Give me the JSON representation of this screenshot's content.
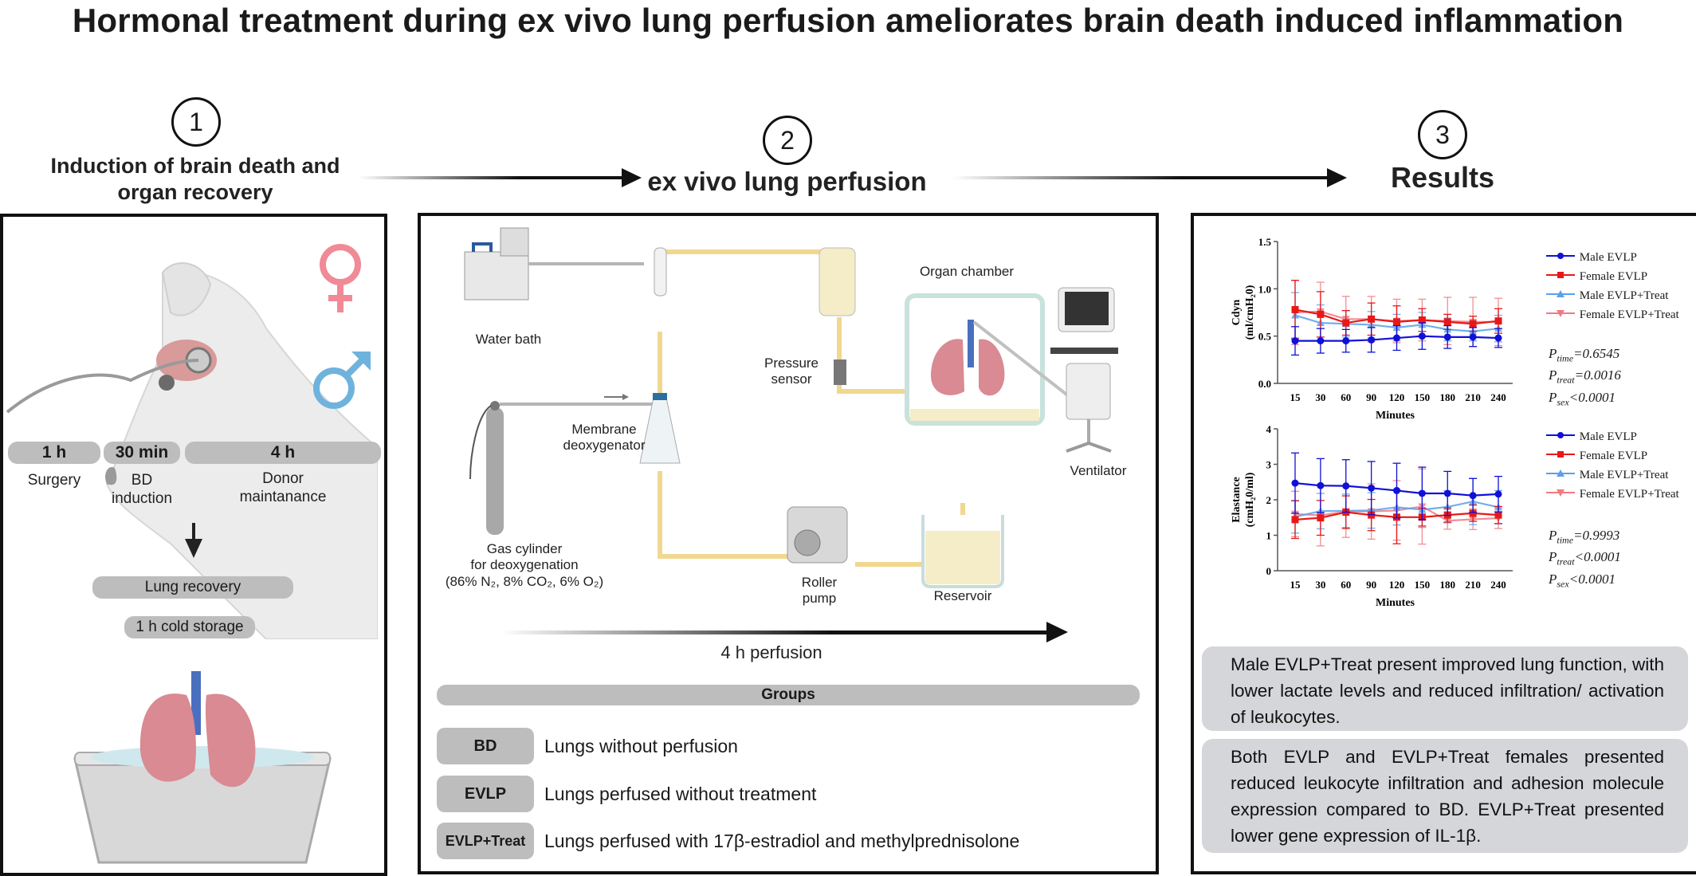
{
  "title": "Hormonal treatment during ex vivo lung perfusion ameliorates brain death induced inflammation",
  "steps": [
    {
      "number": "1",
      "title_line1": "Induction of brain death and",
      "title_line2": "organ recovery"
    },
    {
      "number": "2",
      "title": "ex vivo lung perfusion"
    },
    {
      "number": "3",
      "title": "Results"
    }
  ],
  "panel1": {
    "sex_icons": [
      "female-symbol",
      "male-symbol"
    ],
    "colors": {
      "female": "#f08a96",
      "male": "#6fb3dc"
    },
    "timeline": [
      {
        "duration": "1 h",
        "label_line1": "Surgery",
        "label_line2": ""
      },
      {
        "duration": "30 min",
        "label_line1": "BD",
        "label_line2": "induction"
      },
      {
        "duration": "4 h",
        "label_line1": "Donor",
        "label_line2": "maintanance"
      }
    ],
    "recovery": "Lung recovery",
    "storage": "1 h cold storage"
  },
  "panel2": {
    "labels": {
      "water_bath": "Water bath",
      "membrane_line1": "Membrane",
      "membrane_line2": "deoxygenator",
      "pressure_line1": "Pressure",
      "pressure_line2": "sensor",
      "organ_chamber": "Organ chamber",
      "ventilator": "Ventilator",
      "gas_line1": "Gas cylinder",
      "gas_line2": "for deoxygenation",
      "gas_line3": "(86% N₂, 8% CO₂, 6% O₂)",
      "roller_line1": "Roller",
      "roller_line2": "pump",
      "reservoir": "Reservoir"
    },
    "perfusion_duration": "4 h perfusion",
    "groups_header": "Groups",
    "groups": [
      {
        "tag": "BD",
        "description": "Lungs without perfusion"
      },
      {
        "tag": "EVLP",
        "description": "Lungs perfused without treatment"
      },
      {
        "tag": "EVLP+Treat",
        "description": "Lungs perfused with 17β-estradiol and methylprednisolone"
      }
    ]
  },
  "panel3": {
    "legend": [
      {
        "name": "Male EVLP",
        "color": "#1010d8",
        "marker": "circle"
      },
      {
        "name": "Female EVLP",
        "color": "#e81818",
        "marker": "square"
      },
      {
        "name": "Male EVLP+Treat",
        "color": "#5aa0ea",
        "marker": "triangle-up"
      },
      {
        "name": "Female EVLP+Treat",
        "color": "#f07a82",
        "marker": "triangle-down"
      }
    ],
    "chart1_pvalues": [
      {
        "sub": "time",
        "text": "=0.6545"
      },
      {
        "sub": "treat",
        "text": "=0.0016"
      },
      {
        "sub": "sex",
        "text": "<0.0001"
      }
    ],
    "chart2_pvalues": [
      {
        "sub": "time",
        "text": "=0.9993"
      },
      {
        "sub": "treat",
        "text": "<0.0001"
      },
      {
        "sub": "sex",
        "text": "<0.0001"
      }
    ],
    "findings": [
      "Male EVLP+Treat present improved lung function, with lower lactate levels and reduced infiltration/ activation of leukocytes.",
      "Both  EVLP and EVLP+Treat females presented reduced leukocyte infiltration and adhesion molecule expression compared to BD. EVLP+Treat presented lower gene expression of IL-1β."
    ]
  },
  "chart_data": [
    {
      "type": "line",
      "title": "",
      "xlabel": "Minutes",
      "ylabel_line1": "Cdyn",
      "ylabel_line2": "(ml/cmH₂0)",
      "categories": [
        "15",
        "30",
        "60",
        "90",
        "120",
        "150",
        "180",
        "210",
        "240"
      ],
      "ylim": [
        0,
        1.5
      ],
      "yticks": [
        "0.0",
        "0.5",
        "1.0",
        "1.5"
      ],
      "yticks_values": [
        0,
        0.5,
        1.0,
        1.5
      ],
      "series": [
        {
          "name": "Male EVLP",
          "values": [
            0.45,
            0.45,
            0.45,
            0.46,
            0.48,
            0.5,
            0.49,
            0.49,
            0.48
          ],
          "err": [
            0.15,
            0.13,
            0.12,
            0.13,
            0.13,
            0.14,
            0.12,
            0.1,
            0.1
          ]
        },
        {
          "name": "Female EVLP",
          "values": [
            0.78,
            0.73,
            0.64,
            0.68,
            0.65,
            0.67,
            0.65,
            0.63,
            0.66
          ],
          "err": [
            0.31,
            0.24,
            0.13,
            0.17,
            0.17,
            0.12,
            0.08,
            0.08,
            0.13
          ]
        },
        {
          "name": "Male EVLP+Treat",
          "values": [
            0.72,
            0.64,
            0.63,
            0.62,
            0.59,
            0.62,
            0.57,
            0.55,
            0.58
          ],
          "err": [
            0.24,
            0.19,
            0.14,
            0.14,
            0.14,
            0.13,
            0.12,
            0.1,
            0.14
          ]
        },
        {
          "name": "Female EVLP+Treat",
          "values": [
            0.75,
            0.76,
            0.68,
            0.68,
            0.66,
            0.67,
            0.66,
            0.65,
            0.65
          ],
          "err": [
            0.34,
            0.31,
            0.24,
            0.24,
            0.23,
            0.22,
            0.25,
            0.26,
            0.25
          ]
        }
      ],
      "grid": false,
      "legend": "right"
    },
    {
      "type": "line",
      "title": "",
      "xlabel": "Minutes",
      "ylabel_line1": "Elastance",
      "ylabel_line2": "(cmH₂0/ml)",
      "categories": [
        "15",
        "30",
        "60",
        "90",
        "120",
        "150",
        "180",
        "210",
        "240"
      ],
      "ylim": [
        0,
        4
      ],
      "yticks": [
        "0",
        "1",
        "2",
        "3",
        "4"
      ],
      "yticks_values": [
        0,
        1,
        2,
        3,
        4
      ],
      "series": [
        {
          "name": "Male EVLP",
          "values": [
            2.47,
            2.4,
            2.39,
            2.33,
            2.26,
            2.18,
            2.18,
            2.12,
            2.16
          ],
          "err": [
            0.85,
            0.76,
            0.74,
            0.75,
            0.77,
            0.74,
            0.62,
            0.48,
            0.5
          ]
        },
        {
          "name": "Female EVLP",
          "values": [
            1.44,
            1.49,
            1.65,
            1.57,
            1.51,
            1.51,
            1.57,
            1.62,
            1.57
          ],
          "err": [
            0.53,
            0.49,
            0.46,
            0.44,
            0.75,
            0.25,
            0.2,
            0.23,
            0.24
          ]
        },
        {
          "name": "Male EVLP+Treat",
          "values": [
            1.52,
            1.68,
            1.69,
            1.7,
            1.79,
            1.72,
            1.8,
            1.95,
            1.79
          ],
          "err": [
            0.46,
            0.5,
            0.47,
            0.5,
            0.5,
            0.5,
            0.45,
            0.65,
            0.47
          ]
        },
        {
          "name": "Female EVLP+Treat",
          "values": [
            1.6,
            1.56,
            1.67,
            1.67,
            1.7,
            1.81,
            1.41,
            1.45,
            1.48
          ],
          "err": [
            0.64,
            0.86,
            0.73,
            0.78,
            0.84,
            1.06,
            0.24,
            0.29,
            0.29
          ]
        }
      ],
      "grid": false,
      "legend": "right"
    }
  ]
}
